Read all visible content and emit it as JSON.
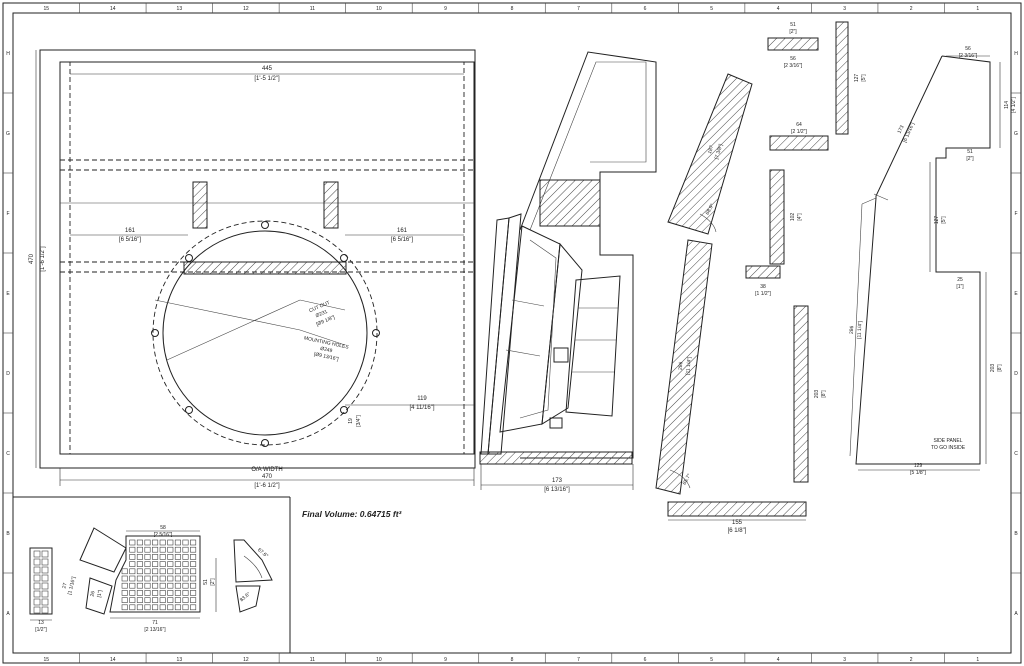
{
  "final_volume": "Final Volume: 0.64715 ft³",
  "border": {
    "cols_top": [
      "15",
      "14",
      "13",
      "12",
      "11",
      "10",
      "9",
      "8",
      "7",
      "6",
      "5",
      "4",
      "3",
      "2",
      "1"
    ],
    "cols_bottom": [
      "15",
      "14",
      "13",
      "12",
      "11",
      "10",
      "9",
      "8",
      "7",
      "6",
      "5",
      "4",
      "3",
      "2",
      "1"
    ],
    "rows_left": [
      "H",
      "G",
      "F",
      "E",
      "D",
      "C",
      "B",
      "A"
    ]
  },
  "front_view": {
    "width_top": {
      "mm": "445",
      "in": "[1'-5 1/2\"]"
    },
    "left_161": {
      "mm": "161",
      "in": "[6 5/16\"]"
    },
    "right_161": {
      "mm": "161",
      "in": "[6 5/16\"]"
    },
    "height": {
      "mm": "470",
      "in": "[1'-6 1/2\"]"
    },
    "cut_out": [
      "CUT OUT",
      "Ø231",
      "[Ø9 1/8\"]"
    ],
    "mounting_holes": [
      "MOUNTING HOLES",
      "Ø249",
      "[Ø9 13/16\"]"
    ],
    "dim_119": {
      "mm": "119",
      "in": "[4 11/16\"]"
    },
    "dim_19": {
      "mm": "19",
      "in": "[3/4\"]"
    },
    "oa_width": {
      "label": "O/A WIDTH",
      "mm": "470",
      "in": "[1'-6 1/2\"]"
    }
  },
  "side_view": {
    "depth": {
      "mm": "173",
      "in": "[6 13/16\"]"
    }
  },
  "pieces": {
    "panel_top_mm": "187",
    "panel_top_in": "[7 3/8\"]",
    "angle_top": "68.9°",
    "panel_front_mm": "286",
    "panel_front_in": "[11 1/4\"]",
    "angle_bottom": "65.7°",
    "bottom_mm": "155",
    "bottom_in": "[6 1/8\"]",
    "block_51": {
      "mm": "51",
      "in": "[2\"]"
    },
    "block_56": {
      "mm": "56",
      "in": "[2 3/16\"]"
    },
    "block_64": {
      "mm": "64",
      "in": "[2 1/2\"]"
    },
    "block_38": {
      "mm": "38",
      "in": "[1 1/2\"]"
    },
    "strip_127": {
      "mm": "127",
      "in": "[5\"]"
    },
    "strip_102": {
      "mm": "102",
      "in": "[4\"]"
    },
    "strip_203": {
      "mm": "203",
      "in": "[8\"]"
    }
  },
  "side_panel": {
    "top_56": {
      "mm": "56",
      "in": "[2 3/16\"]"
    },
    "slant_173": {
      "mm": "173",
      "in": "[6 13/16\"]"
    },
    "right_114": {
      "mm": "114",
      "in": "[4 1/2\"]"
    },
    "dim_51": {
      "mm": "51",
      "in": "[2\"]"
    },
    "dim_127": {
      "mm": "127",
      "in": "[5\"]"
    },
    "dim_25": {
      "mm": "25",
      "in": "[1\"]"
    },
    "slant_286": {
      "mm": "286",
      "in": "[11 1/4\"]"
    },
    "right_203": {
      "mm": "203",
      "in": "[8\"]"
    },
    "bottom_129": {
      "mm": "129",
      "in": "[5 1/8\"]"
    },
    "note": [
      "SIDE PANEL",
      "TO GO INSIDE"
    ]
  },
  "flat_pattern": {
    "dim_13": {
      "mm": "13",
      "in": "[1/2\"]"
    },
    "dim_27": {
      "mm": "27",
      "in": "[1 1/16\"]"
    },
    "dim_26": {
      "mm": "26",
      "in": "[1\"]"
    },
    "dim_58": {
      "mm": "58",
      "in": "[2 5/16\"]"
    },
    "dim_51": {
      "mm": "51",
      "in": "[2\"]"
    },
    "dim_71": {
      "mm": "71",
      "in": "[2 13/16\"]"
    },
    "angle_1": "67.6°",
    "angle_2": "83.6°"
  }
}
